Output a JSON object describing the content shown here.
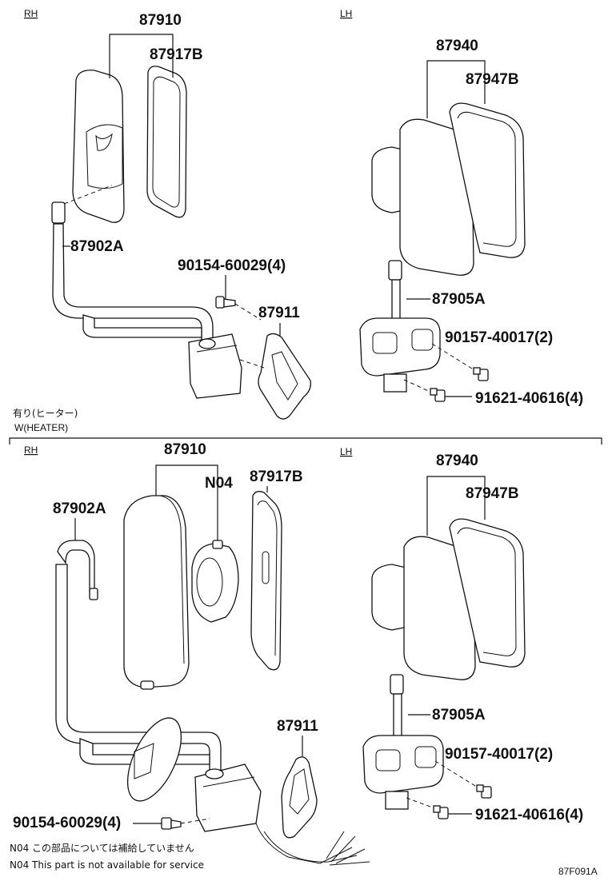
{
  "sections": [
    {
      "side_rh": "RH",
      "side_lh": "LH",
      "parts_rh": {
        "p87910": "87910",
        "p87917b": "87917B",
        "p87902a": "87902A",
        "p90154": "90154-60029(4)",
        "p87911": "87911"
      },
      "parts_lh": {
        "p87940": "87940",
        "p87947b": "87947B",
        "p87905a": "87905A",
        "p90157": "90157-40017(2)",
        "p91621": "91621-40616(4)"
      }
    },
    {
      "heading_jp": "有り(ヒーター)",
      "heading_en": "W(HEATER)",
      "side_rh": "RH",
      "side_lh": "LH",
      "parts_rh": {
        "p87910": "87910",
        "n04": "N04",
        "p87917b": "87917B",
        "p87902a": "87902A",
        "p87911": "87911",
        "p90154": "90154-60029(4)"
      },
      "parts_lh": {
        "p87940": "87940",
        "p87947b": "87947B",
        "p87905a": "87905A",
        "p90157": "90157-40017(2)",
        "p91621": "91621-40616(4)"
      }
    }
  ],
  "notes": {
    "jp": "N04 この部品については補給していません",
    "en": "N04 This part is not available for service"
  },
  "figure_code": "87F091A"
}
